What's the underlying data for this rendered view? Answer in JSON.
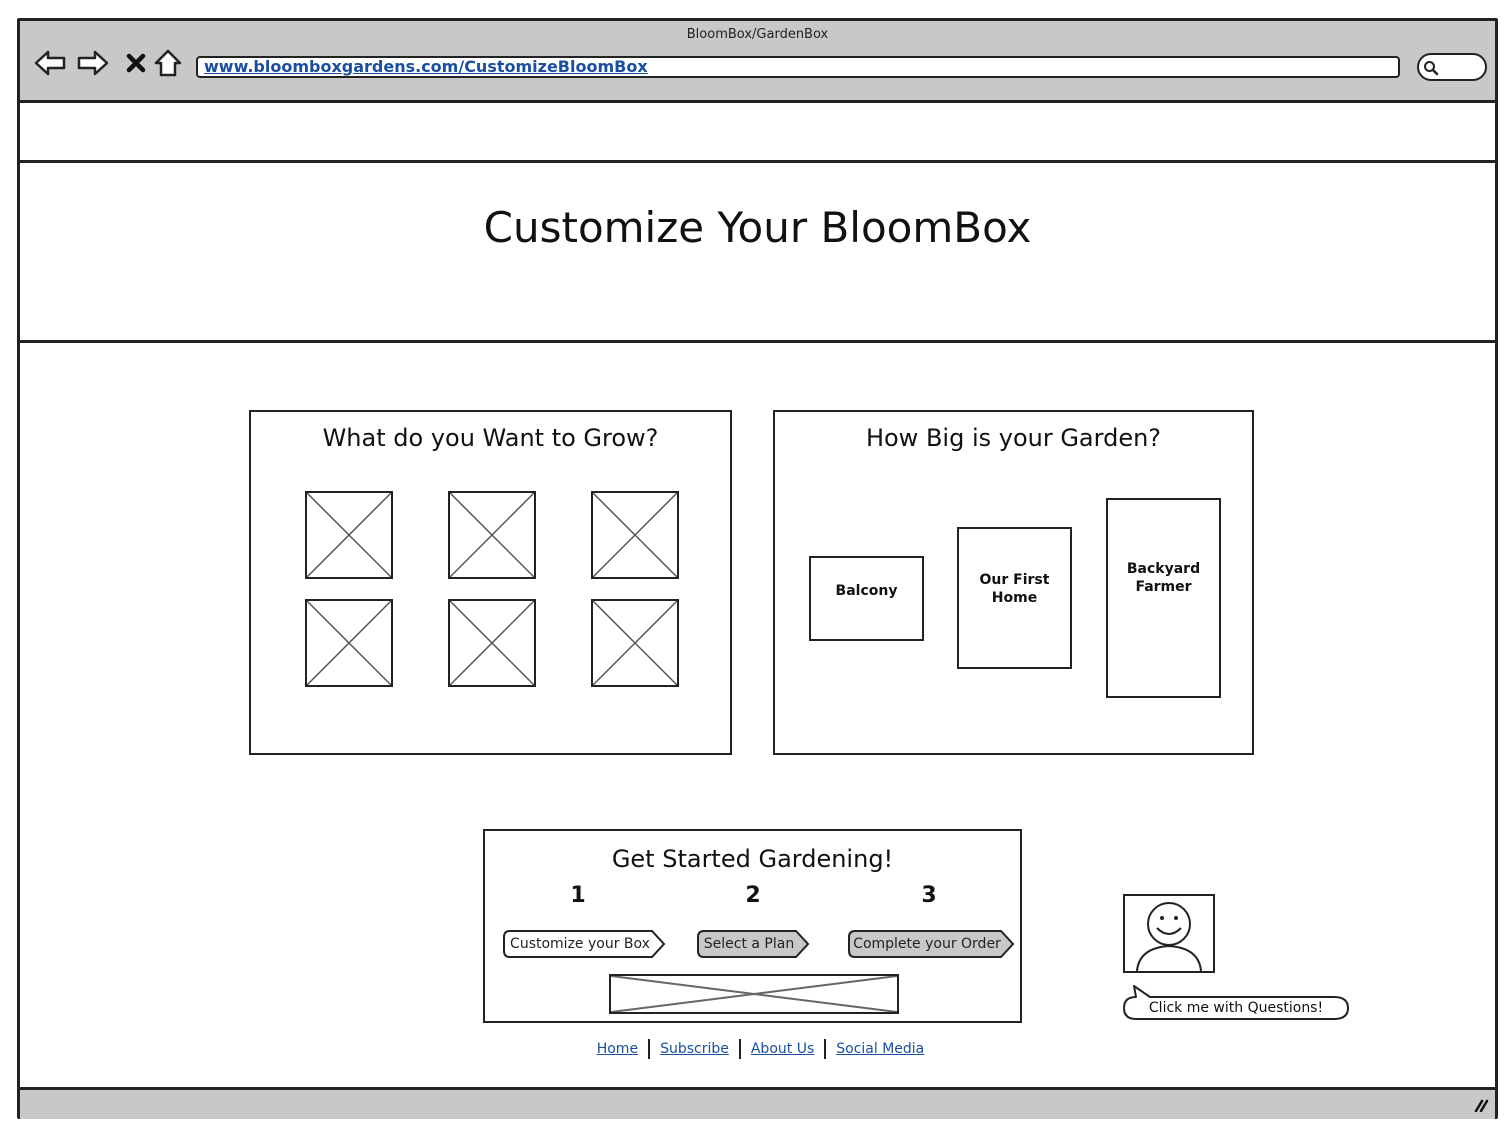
{
  "window": {
    "title": "BloomBox/GardenBox",
    "url": "www.bloomboxgardens.com/CustomizeBloomBox"
  },
  "page": {
    "title": "Customize Your BloomBox"
  },
  "grow_panel": {
    "title": "What do you Want to Grow?",
    "placeholder_count": 6
  },
  "size_panel": {
    "title": "How Big is your Garden?",
    "options": [
      {
        "label_line1": "Balcony",
        "label_line2": ""
      },
      {
        "label_line1": "Our First",
        "label_line2": "Home"
      },
      {
        "label_line1": "Backyard",
        "label_line2": "Farmer"
      }
    ]
  },
  "steps_panel": {
    "title": "Get Started Gardening!",
    "steps": [
      {
        "number": "1",
        "label": "Customize your Box",
        "fill": "#ffffff"
      },
      {
        "number": "2",
        "label": "Select a Plan",
        "fill": "#c8c8c8"
      },
      {
        "number": "3",
        "label": "Complete your Order",
        "fill": "#c8c8c8"
      }
    ]
  },
  "help": {
    "bubble_text": "Click me with Questions!"
  },
  "footer": {
    "links": [
      "Home",
      "Subscribe",
      "About Us",
      "Social Media"
    ]
  },
  "colors": {
    "chrome": "#c8c8c8",
    "link": "#1a4fa0",
    "stroke": "#222222"
  }
}
